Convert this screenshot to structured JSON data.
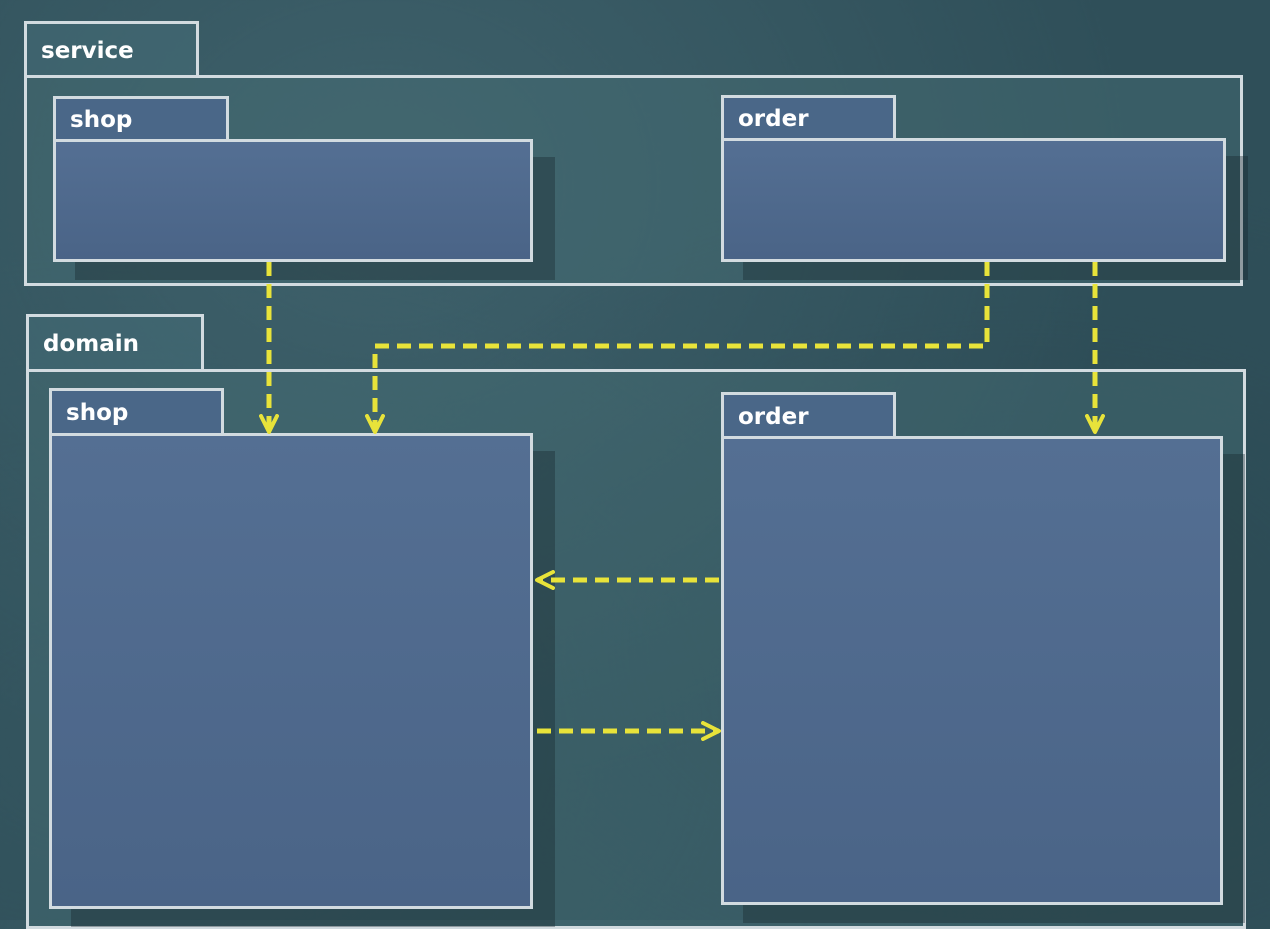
{
  "service": {
    "label": "service",
    "shop": {
      "label": "shop"
    },
    "order": {
      "label": "order"
    }
  },
  "domain": {
    "label": "domain",
    "shop": {
      "label": "shop"
    },
    "order": {
      "label": "order"
    }
  },
  "colors": {
    "arrow": "#e8e33a",
    "border": "#d2dbe0",
    "inner_fill": "#4f6a8e",
    "background": "#2f4f59"
  }
}
